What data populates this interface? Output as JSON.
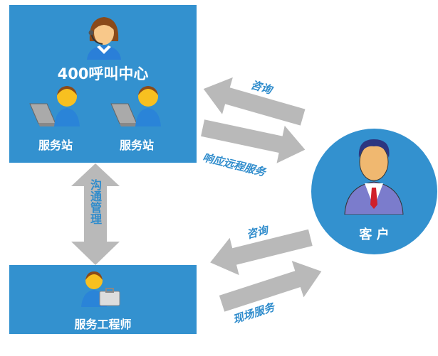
{
  "call_center": {
    "title": "400呼叫中心",
    "stations": [
      "服务站",
      "服务站"
    ]
  },
  "engineer": {
    "label": "服务工程师"
  },
  "customer": {
    "label": "客 户"
  },
  "links": {
    "management": "沟通管理",
    "consult_top": "咨询",
    "remote_service": "响应远程服务",
    "consult_bottom": "咨询",
    "onsite_service": "现场服务"
  },
  "colors": {
    "box": "#3391cf",
    "arrow": "#b9b9b9",
    "label": "#2f8ccc"
  }
}
